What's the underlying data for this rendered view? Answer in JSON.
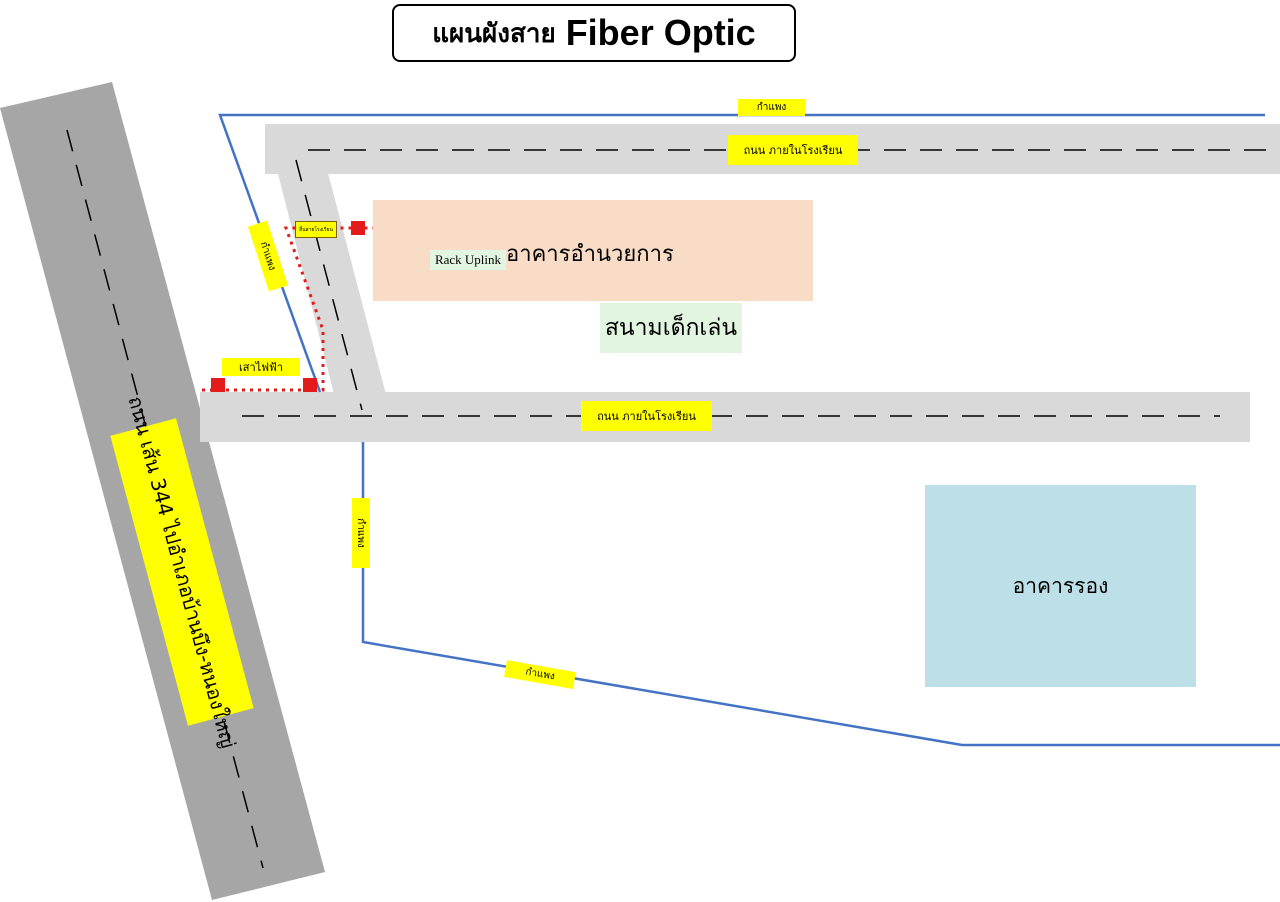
{
  "title": {
    "thai": "แผนผังสาย",
    "english": "Fiber Optic"
  },
  "labels": {
    "wall_top": "กำแพง",
    "wall_left": "กำแพง",
    "wall_lower_left": "กำแพง",
    "wall_bottom": "กำแพง",
    "road_top": "ถนน ภายในโรงเรียน",
    "road_middle": "ถนน ภายในโรงเรียน",
    "pole": "เสาไฟฟ้า",
    "highway": "ถนน เส้น 344 ไปอำเภอบ้านบึง-หนองใหญ่",
    "small_sign": "สิ้นสายโรงเรียน"
  },
  "buildings": {
    "admin": "อาคารอำนวยการ",
    "playground": "สนามเด็กเล่น",
    "secondary": "อาคารรอง"
  },
  "rack": {
    "label": "Rack Uplink"
  },
  "colors": {
    "road": "#d9d9d9",
    "highway": "#a6a6a6",
    "wall": "#4472c4",
    "fiber": "#e31b1b",
    "label_bg": "#ffff00",
    "admin_bg": "#f8dcc6",
    "playground_bg": "#e2f5e0",
    "secondary_bg": "#bde0e8"
  }
}
